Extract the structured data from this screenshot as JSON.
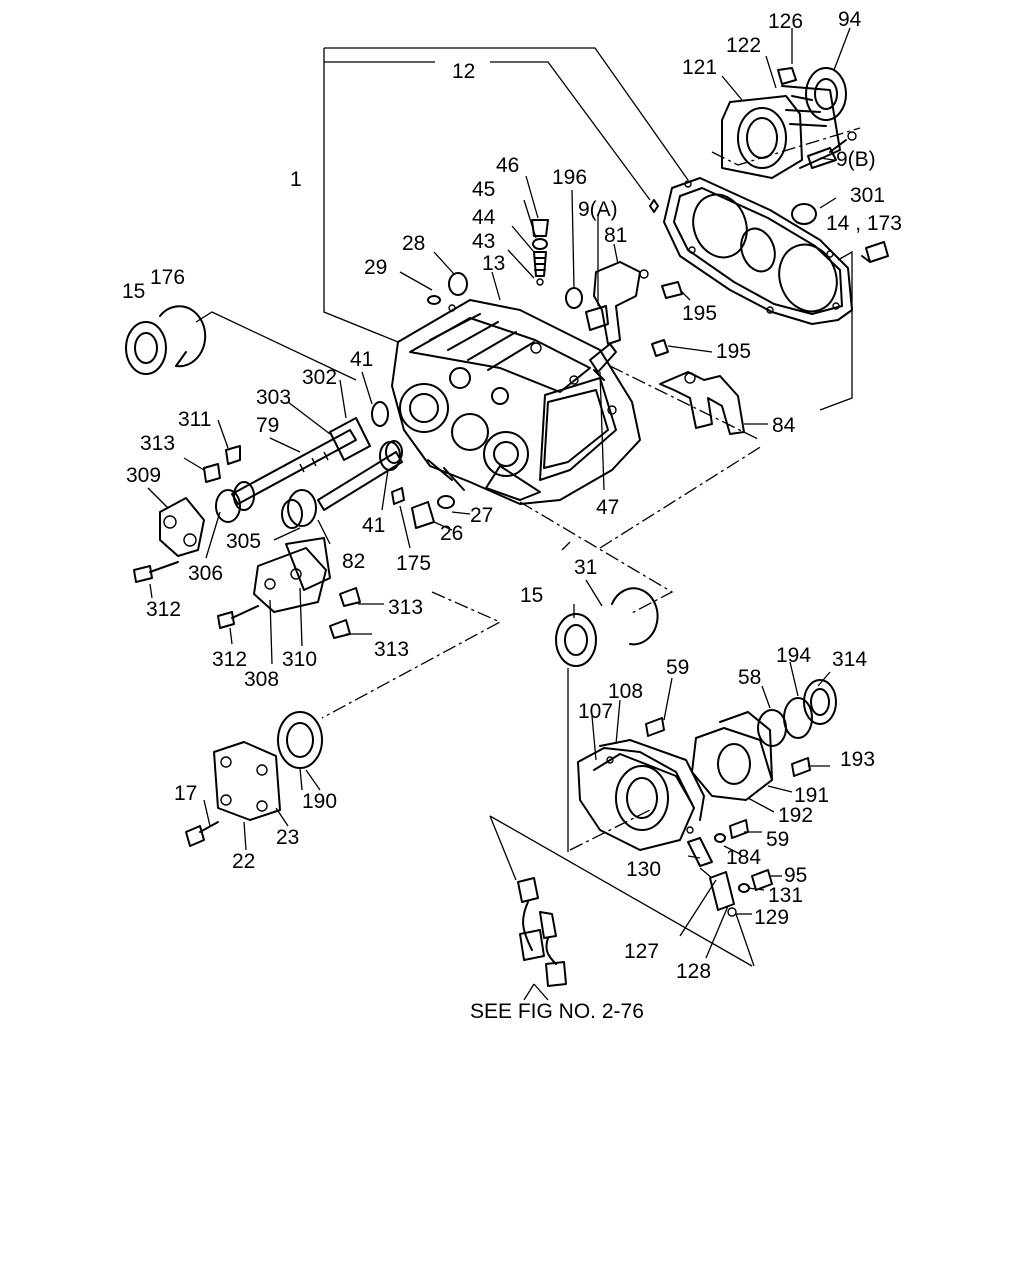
{
  "diagram": {
    "reference_note": "SEE FIG NO. 2-76",
    "labels": {
      "l1": "1",
      "l12": "12",
      "l126": "126",
      "l94": "94",
      "l122": "122",
      "l121": "121",
      "l9b": "9(B)",
      "l301": "301",
      "l14_173": "14 , 173",
      "l46": "46",
      "l45": "45",
      "l44": "44",
      "l43": "43",
      "l196": "196",
      "l9a": "9(A)",
      "l81": "81",
      "l28": "28",
      "l29": "29",
      "l13": "13",
      "l195a": "195",
      "l195b": "195",
      "l15a": "15",
      "l176": "176",
      "l41a": "41",
      "l302": "302",
      "l303": "303",
      "l311": "311",
      "l79": "79",
      "l313a": "313",
      "l309": "309",
      "l84": "84",
      "l47": "47",
      "l27": "27",
      "l26": "26",
      "l41b": "41",
      "l305": "305",
      "l306": "306",
      "l82": "82",
      "l175": "175",
      "l312a": "312",
      "l313b": "313",
      "l312b": "312",
      "l313c": "313",
      "l310": "310",
      "l308": "308",
      "l31": "31",
      "l15b": "15",
      "l59a": "59",
      "l194": "194",
      "l314": "314",
      "l58": "58",
      "l108": "108",
      "l107": "107",
      "l193": "193",
      "l190": "190",
      "l191": "191",
      "l192": "192",
      "l17": "17",
      "l23": "23",
      "l59b": "59",
      "l22": "22",
      "l184": "184",
      "l130": "130",
      "l95": "95",
      "l131": "131",
      "l129": "129",
      "l127": "127",
      "l128": "128"
    }
  }
}
